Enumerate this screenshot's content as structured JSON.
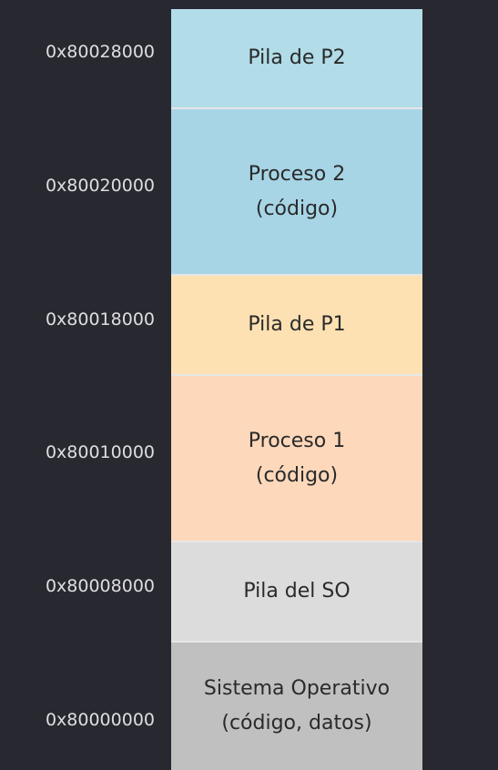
{
  "memory_map": {
    "addresses": [
      "0x80028000",
      "0x80020000",
      "0x80018000",
      "0x80010000",
      "0x80008000",
      "0x80000000"
    ],
    "blocks": [
      {
        "line1": "Pila de P2",
        "line2": "",
        "color": "#b1dce8"
      },
      {
        "line1": "Proceso 2",
        "line2": "(código)",
        "color": "#a7d5e6"
      },
      {
        "line1": "Pila de P1",
        "line2": "",
        "color": "#fde1b3"
      },
      {
        "line1": "Proceso 1",
        "line2": "(código)",
        "color": "#fdd8bb"
      },
      {
        "line1": "Pila del SO",
        "line2": "",
        "color": "#dcdcdc"
      },
      {
        "line1": "Sistema Operativo",
        "line2": "(código, datos)",
        "color": "#c0c0c0"
      }
    ]
  },
  "colors": {
    "background": "#282830",
    "address_text": "#dedee2"
  }
}
